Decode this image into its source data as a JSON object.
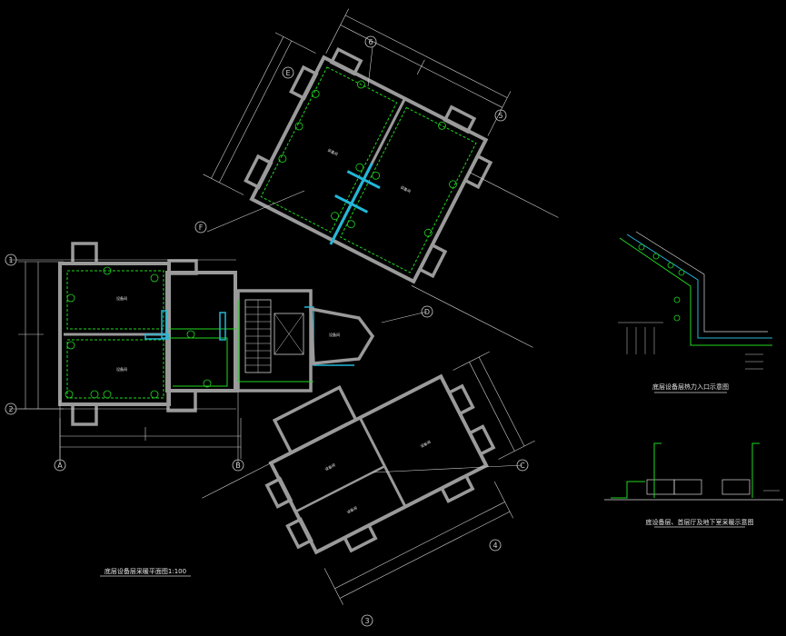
{
  "titles": {
    "main": "底层设备层采暖平面图1:100",
    "iso": "底层设备层热力入口示意图",
    "basement": "底设备层、首层厅及地下室采暖示意图"
  },
  "axes": {
    "left": [
      "1",
      "2"
    ],
    "bottom": [
      "A",
      "B",
      "C",
      "4",
      "3"
    ],
    "right": [
      "D",
      "F",
      "E",
      "6",
      "5"
    ]
  },
  "colors": {
    "background": "#000000",
    "wall": "#9a9a9a",
    "pipe": "#20d820",
    "duct": "#22b8d8",
    "line": "#d8d8d8",
    "text": "#e8e8e8"
  }
}
